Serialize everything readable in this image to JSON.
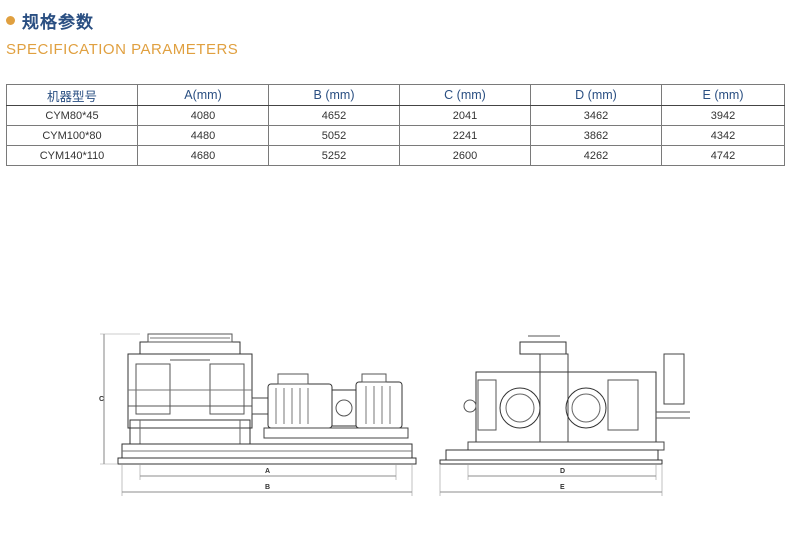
{
  "header": {
    "title_cn": "规格参数",
    "title_en": "SPECIFICATION PARAMETERS"
  },
  "table": {
    "columns": [
      "机器型号",
      "A(mm)",
      "B (mm)",
      "C (mm)",
      "D (mm)",
      "E (mm)"
    ],
    "rows": [
      [
        "CYM80*45",
        "4080",
        "4652",
        "2041",
        "3462",
        "3942"
      ],
      [
        "CYM100*80",
        "4480",
        "5052",
        "2241",
        "3862",
        "4342"
      ],
      [
        "CYM140*110",
        "4680",
        "5252",
        "2600",
        "4262",
        "4742"
      ]
    ]
  },
  "drawing": {
    "labels": {
      "a": "A",
      "b": "B",
      "c": "C",
      "d": "D",
      "e": "E"
    }
  },
  "colors": {
    "title": "#2a4f82",
    "accent": "#e0a040"
  }
}
